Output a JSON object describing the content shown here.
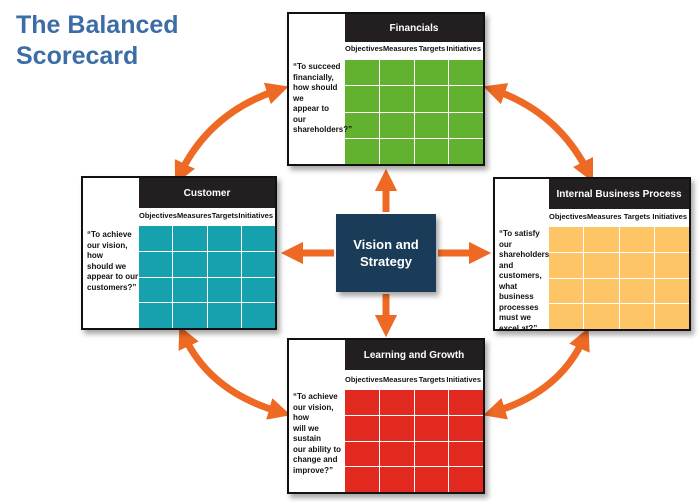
{
  "title": "The Balanced\nScorecard",
  "center": {
    "label": "Vision and\nStrategy",
    "color": "#1a3c58"
  },
  "columns": [
    "Objectives",
    "Measures",
    "Targets",
    "Initiatives"
  ],
  "arrow_color": "#ee6a24",
  "perspectives": {
    "financials": {
      "name": "Financials",
      "question": "“To succeed\nfinancially,\nhow should we\nappear to our\nshareholders?”",
      "color": "#62b22f"
    },
    "customer": {
      "name": "Customer",
      "question": "“To achieve\nour vision, how\nshould we\nappear to our\ncustomers?”",
      "color": "#17a0ae"
    },
    "internal": {
      "name": "Internal Business Process",
      "question": "“To satisfy our\nshareholders\nand\ncustomers,\nwhat business\nprocesses\nmust we\nexcel at?”",
      "color": "#fdc566"
    },
    "learning": {
      "name": "Learning and Growth",
      "question": "“To achieve\nour vision, how\nwill we sustain\nour ability to\nchange and\nimprove?”",
      "color": "#e2291f"
    }
  }
}
